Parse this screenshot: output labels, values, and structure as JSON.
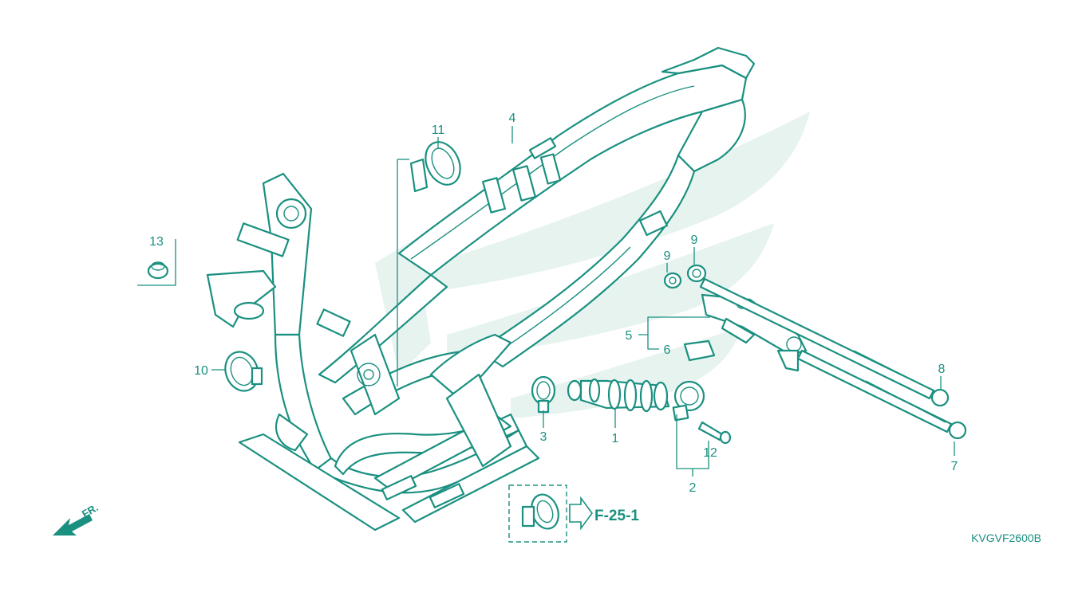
{
  "diagram": {
    "drawing_code": "KVGVF2600B",
    "reference": "F-25-1",
    "direction_label": "FR.",
    "colors": {
      "line": "#1a9080",
      "watermark": "#e6f3ef",
      "background": "#ffffff"
    },
    "icons": [
      "front-direction-arrow-icon",
      "honda-wing-watermark-icon"
    ],
    "callouts": {
      "c1": "1",
      "c2": "2",
      "c3": "3",
      "c4": "4",
      "c5": "5",
      "c6": "6",
      "c7": "7",
      "c8": "8",
      "c9a": "9",
      "c9b": "9",
      "c10": "10",
      "c11": "11",
      "c12": "12",
      "c13": "13"
    }
  }
}
